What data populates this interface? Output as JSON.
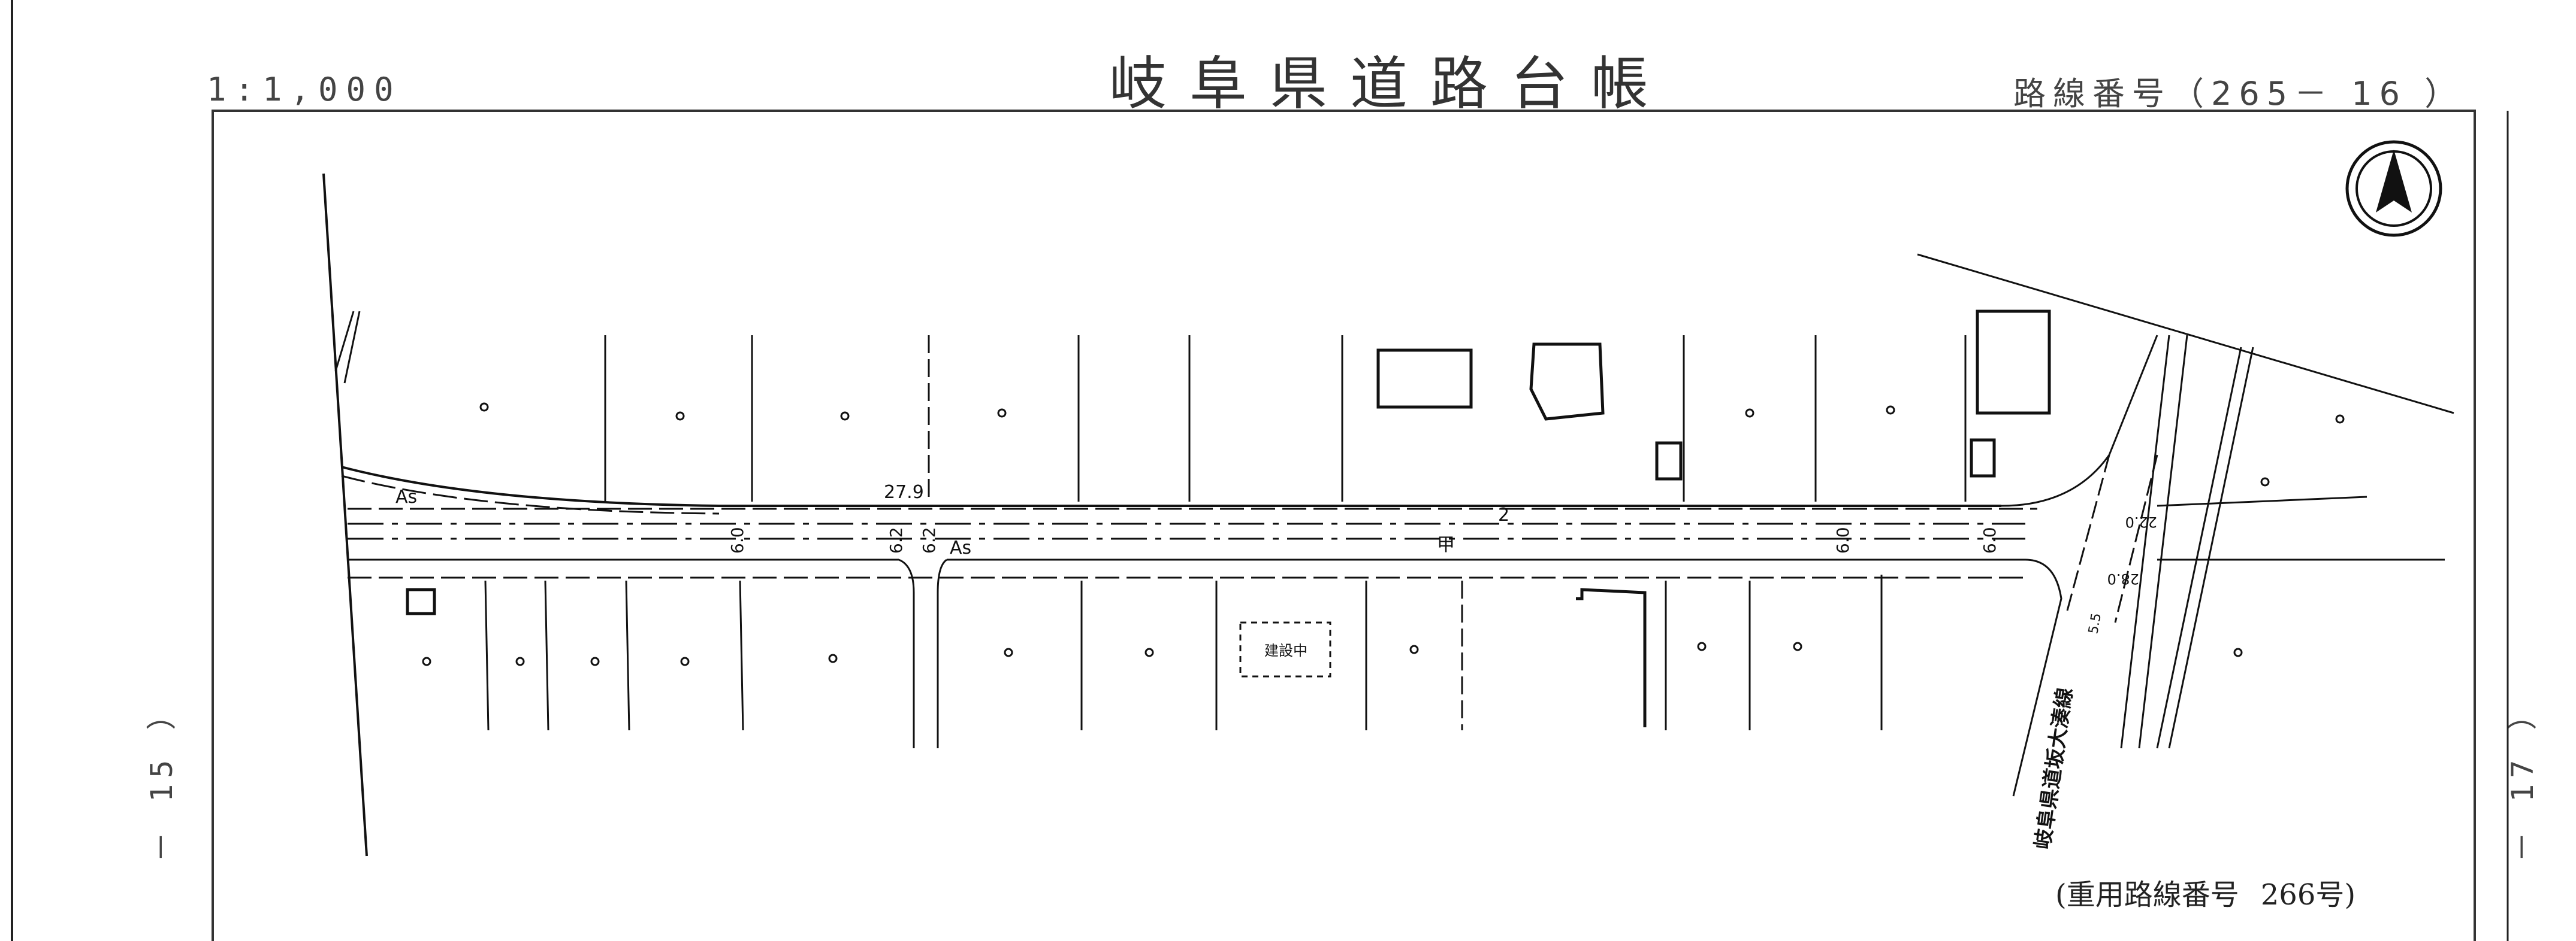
{
  "header": {
    "title": "岐阜県道路台帳",
    "scale": "1:1,000",
    "route_number": "路線番号（265－ 16 ）"
  },
  "side_numbers": {
    "left": "－ 15 ）",
    "right": "－ 17 ）"
  },
  "overlap_note": {
    "label": "(重用路線番号",
    "value": "266号)"
  },
  "map": {
    "compass": "north-arrow-icon",
    "labels": {
      "surface_left": "As",
      "surface_mid": "As",
      "width_top": "27.9",
      "width_a": "6.0",
      "width_b": "6.2",
      "width_c": "6.2",
      "width_d": "6.0",
      "width_e": "6.0",
      "width_f": "2",
      "construction": "建設中",
      "cross_1": "22.0",
      "cross_2": "28.0",
      "cross_3": "5.5",
      "side_road": "岐阜県道坂大湊線",
      "parcel_mark": "甲"
    }
  }
}
